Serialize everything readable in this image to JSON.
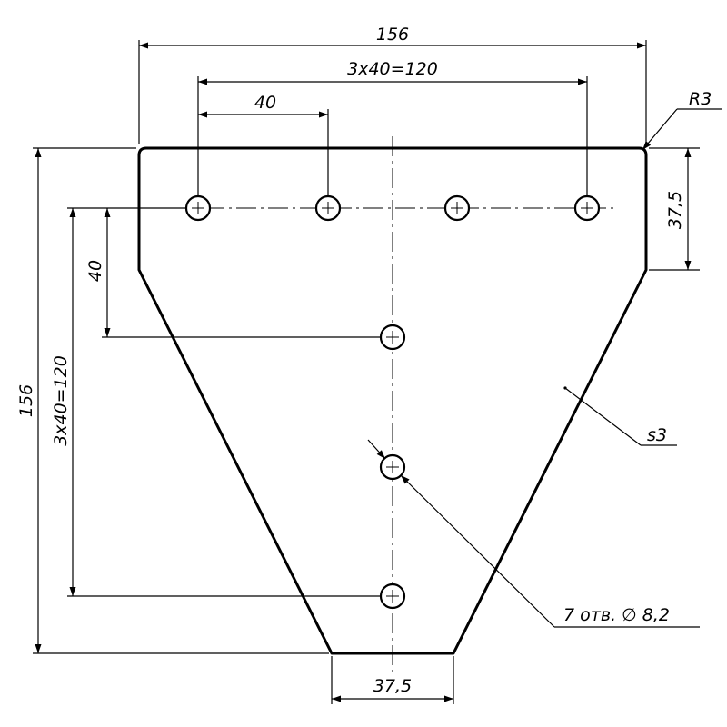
{
  "drawing": {
    "overall_width": "156",
    "hole_pitch_horizontal": "3x40=120",
    "hole_spacing_horizontal": "40",
    "corner_radius": "R3",
    "top_edge_height": "37,5",
    "overall_height": "156",
    "hole_pitch_vertical": "3x40=120",
    "hole_spacing_vertical": "40",
    "bottom_width": "37,5",
    "thickness": "s3",
    "holes_note": "7 отв. ∅ 8,2"
  }
}
